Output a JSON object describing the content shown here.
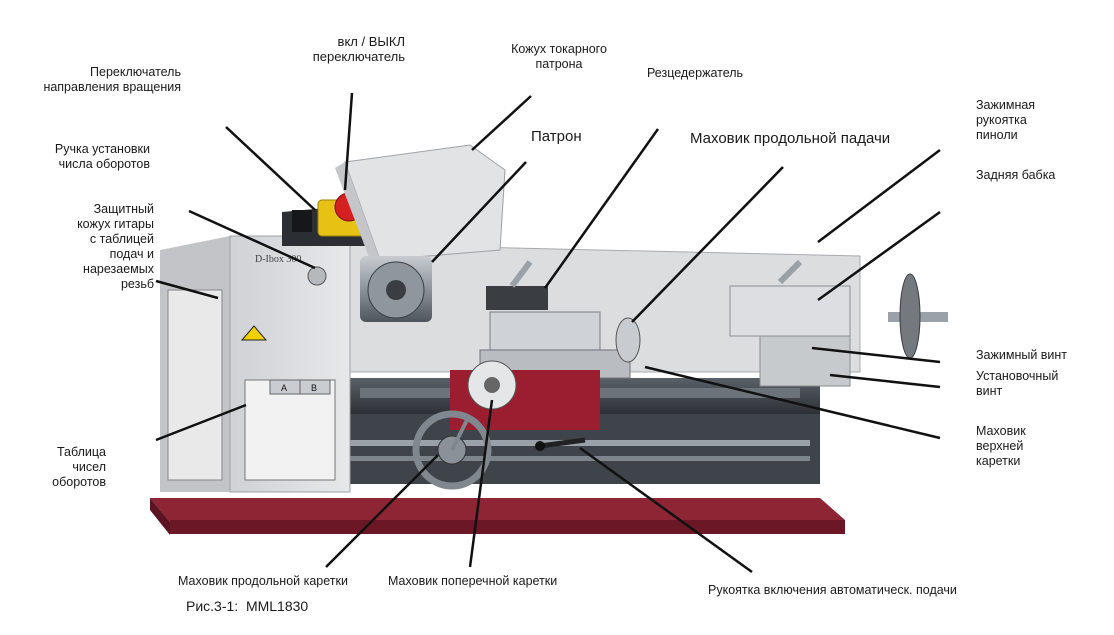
{
  "labels": {
    "on_off_switch": "вкл / ВЫКЛ\nпереключатель",
    "direction_switch": "Переключатель\nнаправления вращения",
    "chuck_guard": "Кожух токарного\nпатрона",
    "tool_post": "Резцедержатель",
    "chuck": "Патрон",
    "carriage_handwheel_top": "Маховик продольной падачи",
    "spindle_clamp": "Зажимная\nрукоятка\nпиноли",
    "tailstock": "Задняя бабка",
    "speed_knob": "Ручка установки\nчисла оборотов",
    "gear_cover": "Защитный\nкожух гитары\nс таблицей\nподач и\nнарезаемых\nрезьб",
    "clamp_screw": "Зажимный винт",
    "adjust_screw": "Установочный\nвинт",
    "top_slide_handwheel": "Маховик\nверхней\nкаретки",
    "speed_table": "Таблица\nчисел\nоборотов",
    "longitudinal_handwheel": "Маховик продольной каретки",
    "cross_handwheel": "Маховик поперечной каретки",
    "auto_feed_lever": "Рукоятка включения автоматическ. подачи"
  },
  "caption": "Рис.3-1:  MML1830",
  "machine": {
    "brand_plate": "D-Ibox 300",
    "table_headers": [
      "A",
      "B"
    ]
  },
  "colors": {
    "base_red": "#7a1a2a",
    "body_grey": "#d9dadc",
    "dark_metal": "#3b3f45",
    "chuck_steel": "#8f969e",
    "stop_button": "#d42020",
    "button_yellow": "#e7c215",
    "leader_line": "#111111"
  }
}
